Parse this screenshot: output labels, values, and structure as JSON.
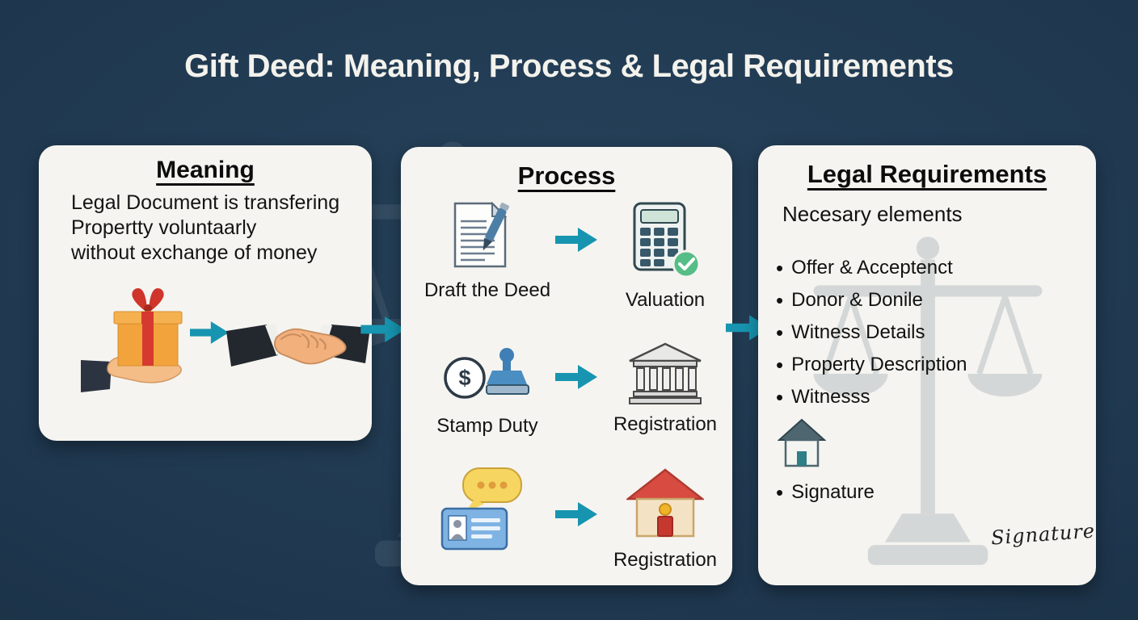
{
  "page": {
    "title": "Gift Deed: Meaning, Process & Legal Requirements"
  },
  "colors": {
    "background": "#1f3850",
    "card": "#f5f4f0",
    "arrow": "#1795b0",
    "heading_text": "#f3f2ec",
    "body_text": "#141414"
  },
  "icons": {
    "gift": "gift-in-hand-icon",
    "handshake": "handshake-icon",
    "document": "document-and-pen-icon",
    "calculator": "calculator-check-icon",
    "stamp": "coin-and-stamp-icon",
    "bank": "bank-building-icon",
    "chat_id": "chat-and-id-card-icon",
    "house": "house-icon",
    "small_house": "small-house-icon",
    "watermark": "scales-of-justice-icon",
    "arrow": "arrow-right-icon"
  },
  "meaning": {
    "title": "Meaning",
    "line1": "Legal Document is transfering",
    "line2": "Propertty voluntaarly",
    "line3": "without exchange of money"
  },
  "process": {
    "title": "Process",
    "rows": [
      {
        "left_label": "Draft the Deed",
        "right_label": "Valuation"
      },
      {
        "left_label": "Stamp Duty",
        "right_label": "Registration"
      },
      {
        "left_label": "",
        "right_label": "Registration"
      }
    ]
  },
  "legal": {
    "title": "Legal Requirements",
    "subtitle": "Necesary elements",
    "bullets": [
      "Offer & Acceptenct",
      "Donor & Donile",
      "Witness Details",
      "Property Description",
      "Witnesss"
    ],
    "signature_bullet": "Signature",
    "handwritten_signature": "Signature"
  }
}
